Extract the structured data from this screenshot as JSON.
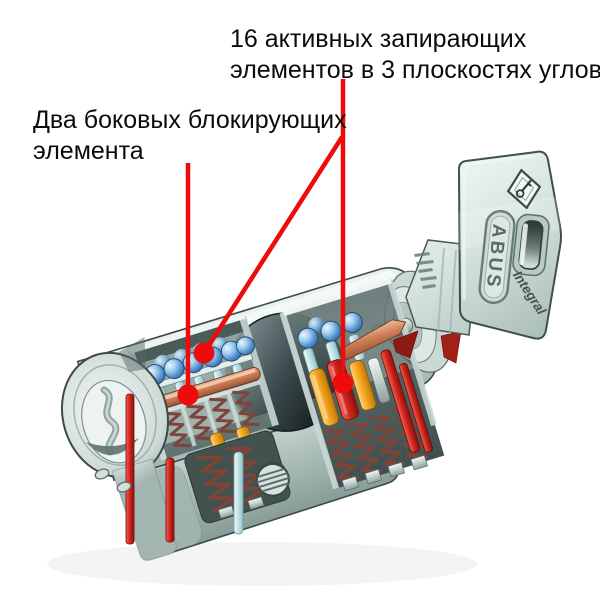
{
  "page": {
    "background": "#ffffff",
    "kind": "technical-cutaway-illustration"
  },
  "labels": {
    "active_elements": {
      "line1": "16 активных запирающих",
      "line2": "элементов в 3 плоскостях углов"
    },
    "side_elements": {
      "line1": "Два боковых блокирующих",
      "line2": "элемента"
    }
  },
  "key_branding": {
    "brand": "ABUS",
    "series": "Integral"
  },
  "pointers": [
    {
      "name": "pointer-side-blocking-element"
    },
    {
      "name": "pointer-locking-ball"
    },
    {
      "name": "pointer-locking-pin"
    }
  ],
  "colors": {
    "pointer_red": "#ee0b0b",
    "ball_blue": "#4d8cc8",
    "pin_orange": "#f5a623",
    "pin_red": "#cc231a",
    "side_bar_copper": "#cd7f58",
    "metal_light": "#dce8e5",
    "metal_dark": "#5f7370"
  }
}
